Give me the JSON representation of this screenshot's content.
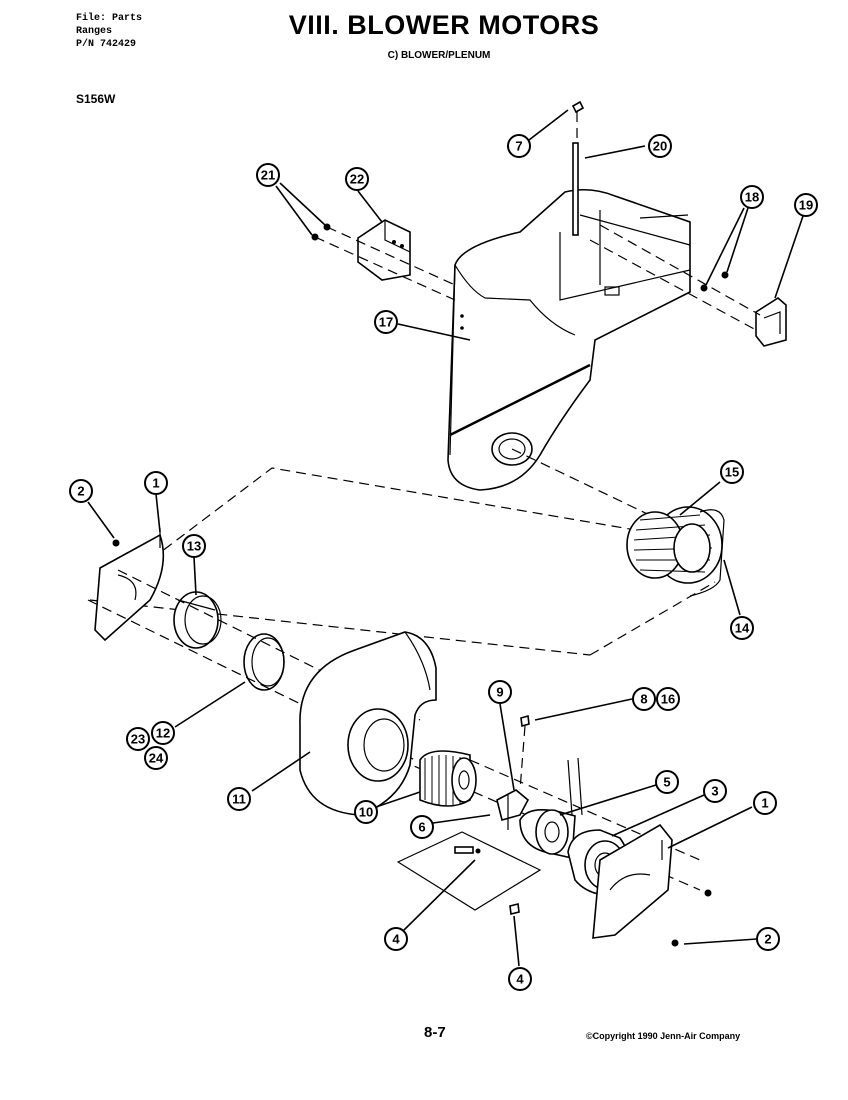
{
  "header": {
    "meta_lines": [
      "File: Parts",
      "Ranges",
      "P/N 742429"
    ],
    "title": "VIII. BLOWER MOTORS",
    "subtitle": "C) BLOWER/PLENUM",
    "model": "S156W"
  },
  "footer": {
    "page": "8-7",
    "copyright": "©Copyright 1990 Jenn-Air Company"
  },
  "callouts": [
    {
      "id": "c7",
      "label": "7"
    },
    {
      "id": "c20",
      "label": "20"
    },
    {
      "id": "c21",
      "label": "21"
    },
    {
      "id": "c22",
      "label": "22"
    },
    {
      "id": "c18",
      "label": "18"
    },
    {
      "id": "c19",
      "label": "19"
    },
    {
      "id": "c17",
      "label": "17"
    },
    {
      "id": "c2a",
      "label": "2"
    },
    {
      "id": "c1a",
      "label": "1"
    },
    {
      "id": "c13",
      "label": "13"
    },
    {
      "id": "c15",
      "label": "15"
    },
    {
      "id": "c14",
      "label": "14"
    },
    {
      "id": "c9",
      "label": "9"
    },
    {
      "id": "c8",
      "label": "8"
    },
    {
      "id": "c16",
      "label": "16"
    },
    {
      "id": "c23",
      "label": "23"
    },
    {
      "id": "c12",
      "label": "12"
    },
    {
      "id": "c24",
      "label": "24"
    },
    {
      "id": "c5",
      "label": "5"
    },
    {
      "id": "c3",
      "label": "3"
    },
    {
      "id": "c1b",
      "label": "1"
    },
    {
      "id": "c11",
      "label": "11"
    },
    {
      "id": "c10",
      "label": "10"
    },
    {
      "id": "c6",
      "label": "6"
    },
    {
      "id": "c4a",
      "label": "4"
    },
    {
      "id": "c2b",
      "label": "2"
    },
    {
      "id": "c4b",
      "label": "4"
    }
  ]
}
